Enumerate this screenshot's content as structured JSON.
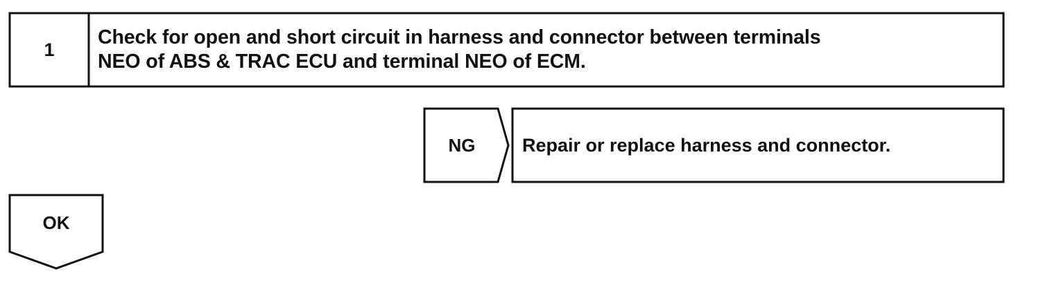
{
  "step": {
    "number": "1",
    "lines": [
      "Check for open and short circuit in harness and connector between terminals",
      "NEO of ABS & TRAC ECU and terminal NEO of ECM."
    ]
  },
  "ng_branch": {
    "label": "NG",
    "action": "Repair or replace harness and connector."
  },
  "ok_branch": {
    "label": "OK"
  },
  "colors": {
    "line": "#111111",
    "background": "#ffffff"
  }
}
